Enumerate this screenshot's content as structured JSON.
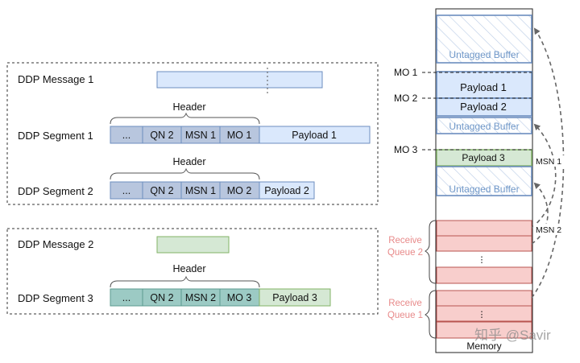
{
  "groups": [
    {
      "message_label": "DDP Message 1",
      "header_labels": [
        "Header",
        "Header"
      ],
      "segments": [
        {
          "label": "DDP Segment 1",
          "cells": [
            "...",
            "QN 2",
            "MSN 1",
            "MO 1"
          ],
          "payload": "Payload 1"
        },
        {
          "label": "DDP Segment 2",
          "cells": [
            "...",
            "QN 2",
            "MSN 1",
            "MO 2"
          ],
          "payload": "Payload 2"
        }
      ]
    },
    {
      "message_label": "DDP Message 2",
      "header_labels": [
        "Header"
      ],
      "segments": [
        {
          "label": "DDP Segment 3",
          "cells": [
            "...",
            "QN 2",
            "MSN 2",
            "MO 3"
          ],
          "payload": "Payload 3"
        }
      ]
    }
  ],
  "memory": {
    "title": "Memory",
    "untagged_buffer": "Untagged Buffer",
    "offsets": [
      "MO 1",
      "MO 2",
      "MO 3"
    ],
    "payloads": [
      "Payload 1",
      "Payload 2",
      "Payload 3"
    ],
    "ellipsis": "⋮",
    "receive_queue_2": [
      "Receive",
      "Queue 2"
    ],
    "receive_queue_1": [
      "Receive",
      "Queue 1"
    ],
    "arrow_labels": [
      "MSN 1",
      "MSN 2"
    ]
  },
  "watermark": "知乎 @Savir",
  "colors": {
    "blue_fill": "#dae8fc",
    "blue_stroke": "#6c8ebf",
    "header_blue": "#b8c6de",
    "green_fill": "#d5e8d4",
    "green_stroke": "#82b366",
    "header_teal": "#9ccac4",
    "red_fill": "#f8cecc",
    "red_stroke": "#b85450"
  }
}
